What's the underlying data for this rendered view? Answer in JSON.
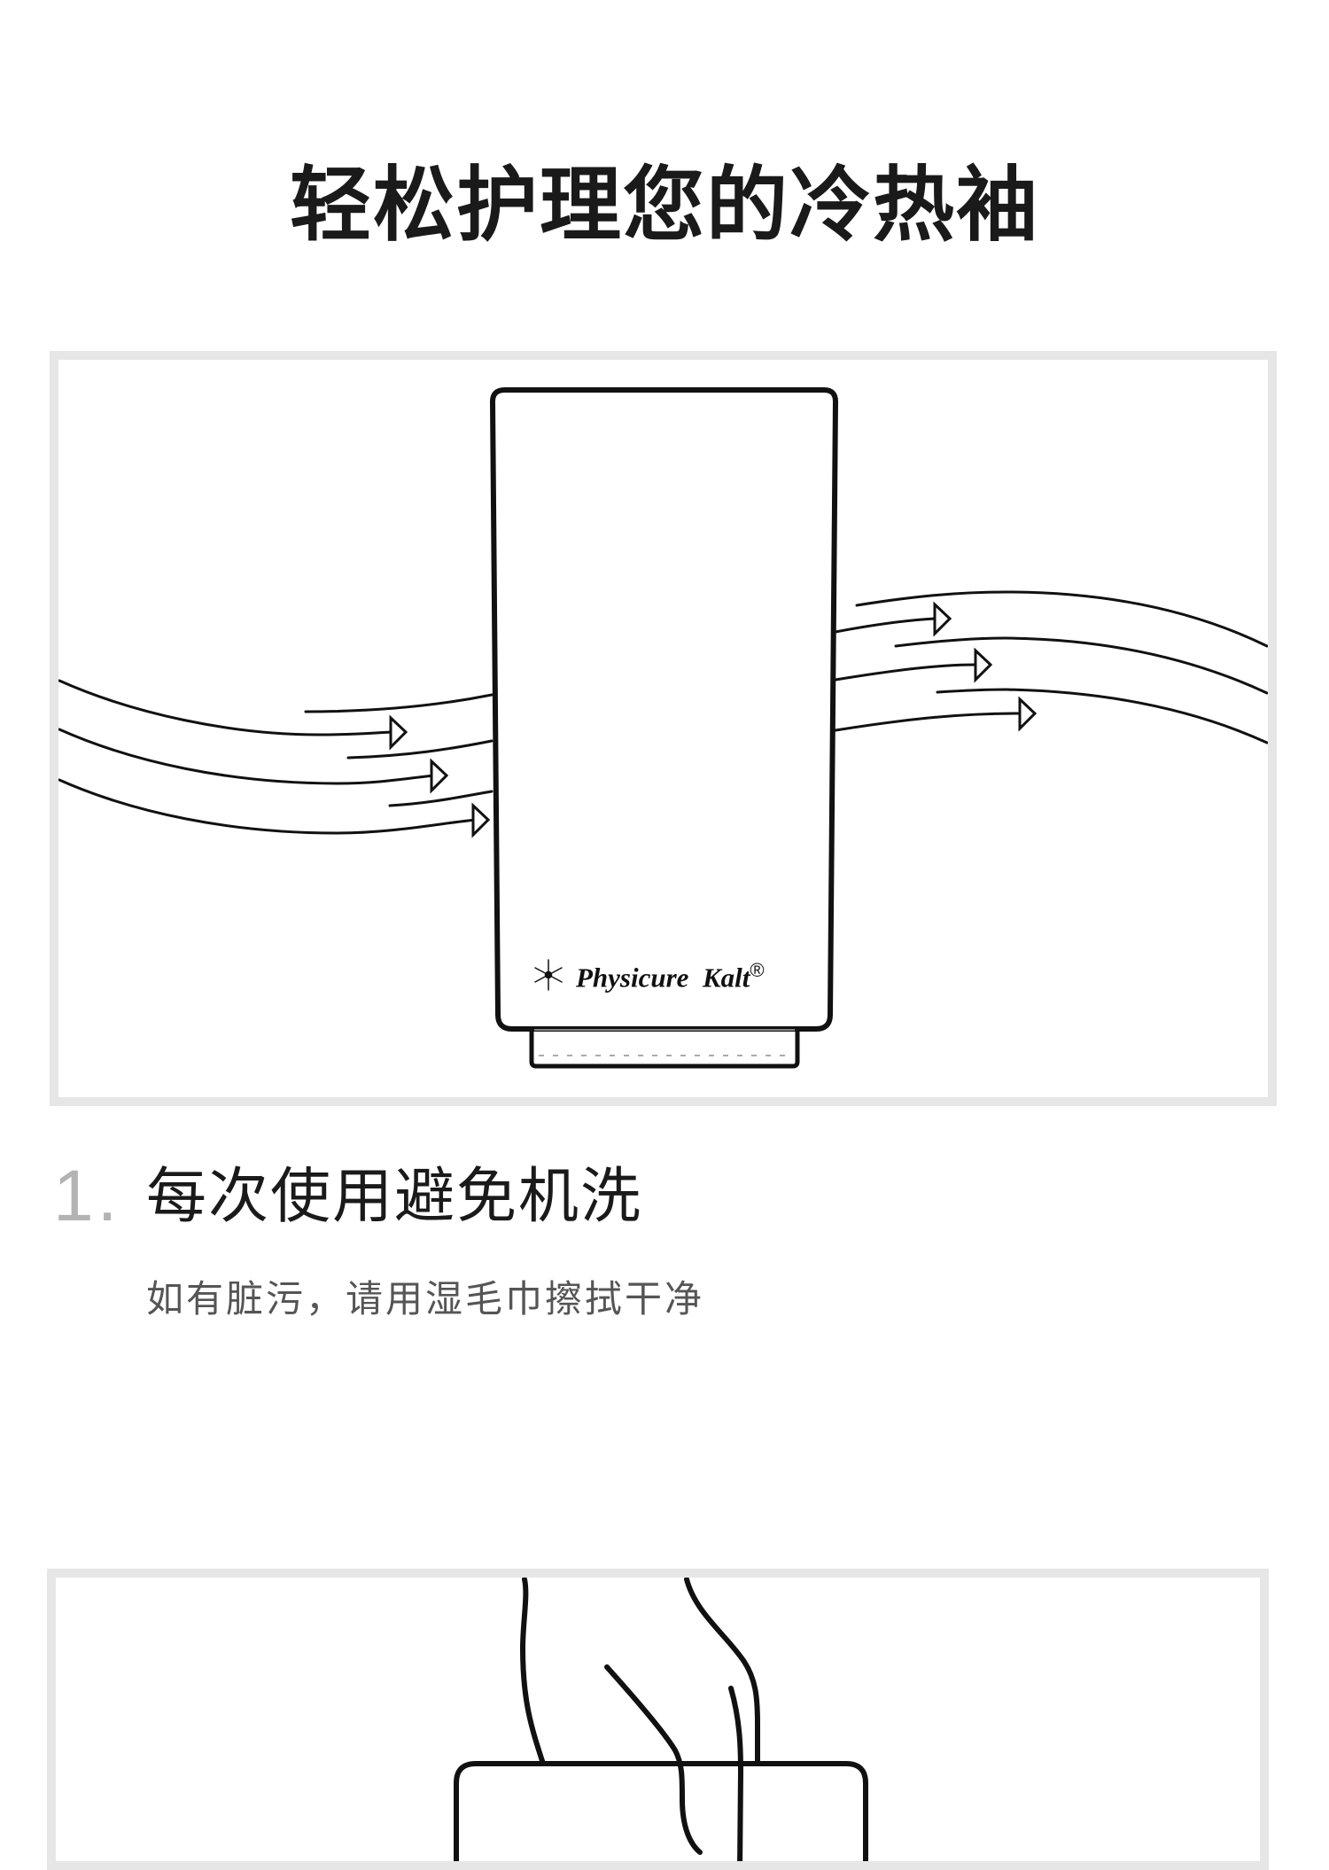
{
  "page": {
    "title": "轻松护理您的冷热袖"
  },
  "figure1": {
    "logo_brand": "Physicure",
    "logo_product": "Kalt",
    "logo_mark": "®",
    "icon": "snowflake-asterisk-icon",
    "colors": {
      "frame": "#e6e6e6",
      "stroke": "#111111"
    }
  },
  "step1": {
    "number": "1",
    "dot": ".",
    "title": "每次使用避免机洗",
    "subtitle": "如有脏污，请用湿毛巾擦拭干净"
  },
  "colors": {
    "title": "#1a1a1a",
    "step_number": "#b3b3b3",
    "subtitle": "#555555",
    "frame_border": "#e6e6e6"
  }
}
